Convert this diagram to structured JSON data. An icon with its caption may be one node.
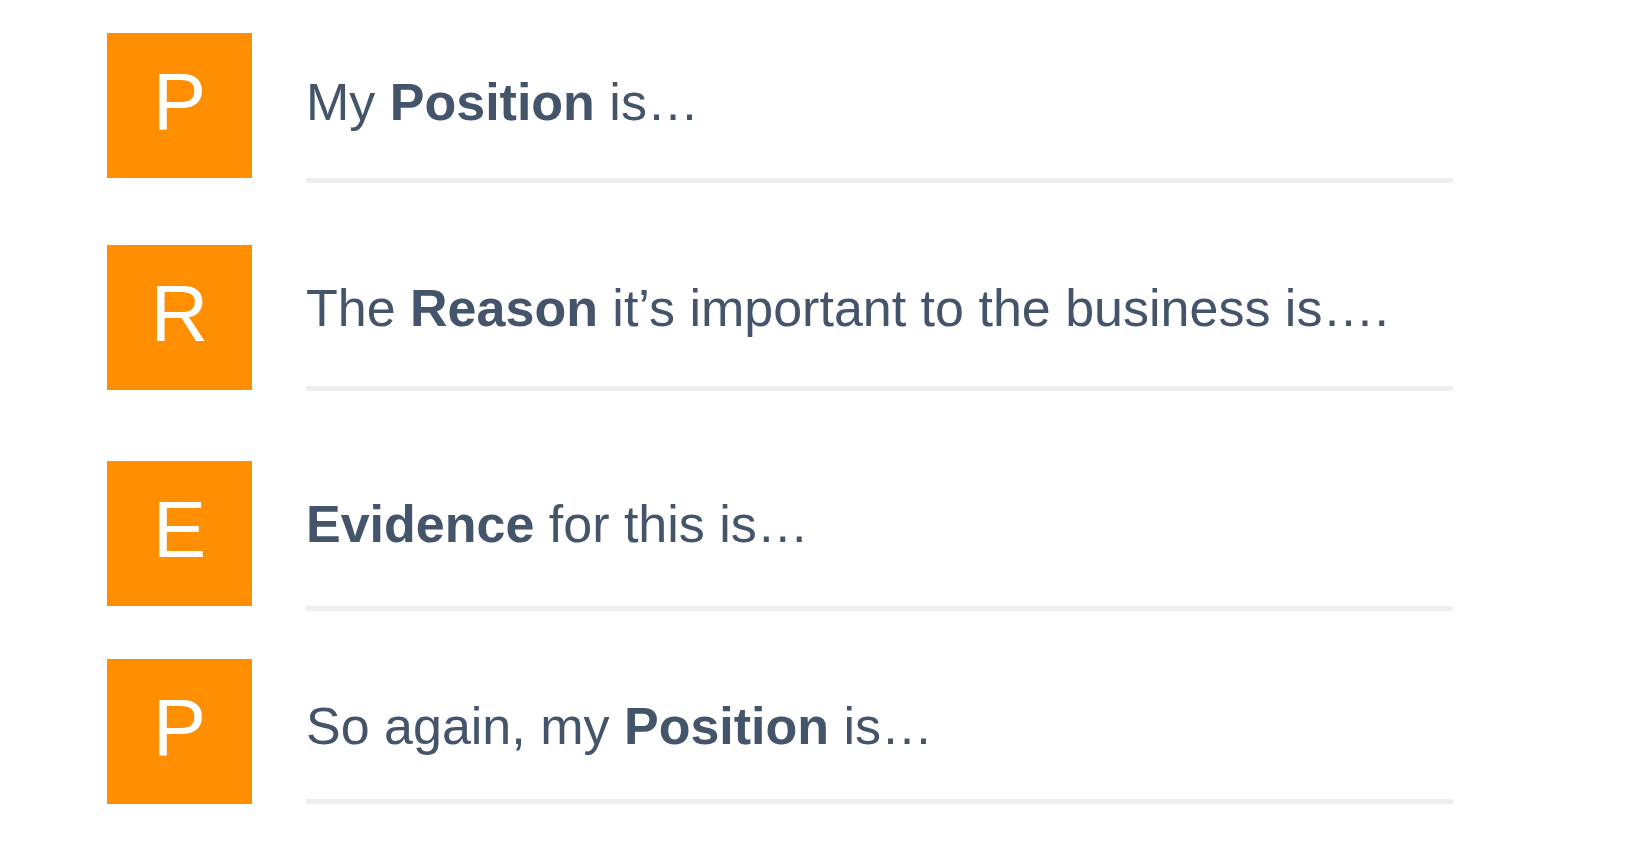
{
  "diagram": {
    "nodes": [
      {
        "text": [
          "P"
        ],
        "beside": [
          "My **Position** is…"
        ]
      },
      {
        "text": [
          "R"
        ],
        "beside": [
          "The **Reason** it’s important to the business is…."
        ]
      },
      {
        "text": [
          "E"
        ],
        "beside": [
          "**Evidence** for this is…"
        ]
      },
      {
        "text": [
          "P"
        ],
        "beside": [
          "So again, my **Position** is…"
        ]
      }
    ]
  }
}
